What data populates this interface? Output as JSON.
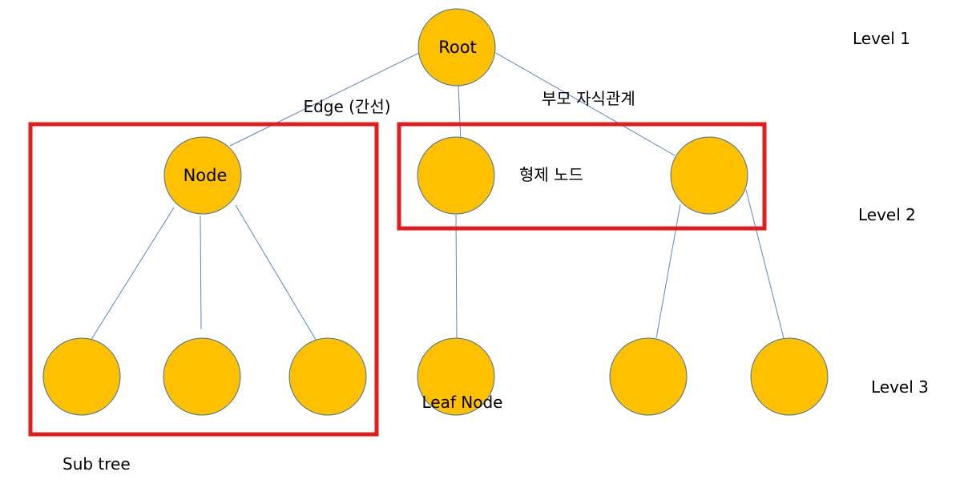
{
  "nodes": {
    "root": "Root",
    "node": "Node"
  },
  "labels": {
    "edge": "Edge (간선)",
    "parent_child": "부모 자식관계",
    "sibling": "형제 노드",
    "leaf": "Leaf Node",
    "subtree": "Sub tree"
  },
  "levels": {
    "level1": "Level 1",
    "level2": "Level 2",
    "level3": "Level 3"
  },
  "colors": {
    "node_fill": "#FFC000",
    "node_stroke": "#41719C",
    "edge": "#5B86C2",
    "highlight_box": "#E31B1B"
  }
}
